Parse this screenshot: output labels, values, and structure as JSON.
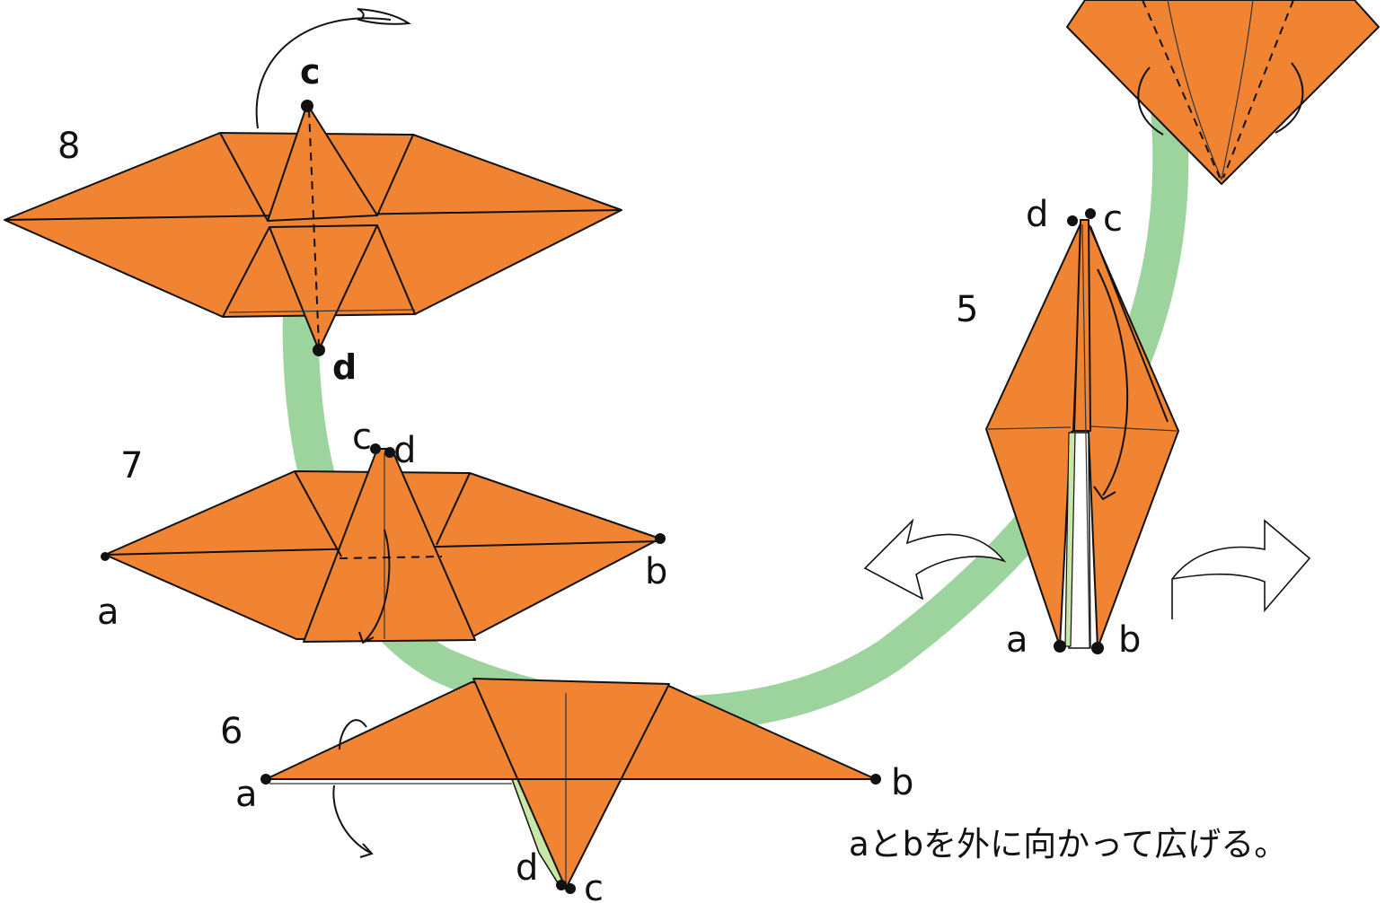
{
  "colors": {
    "paper": "#f08432",
    "paper_edge": "#111111",
    "path": "#9dd39c",
    "underside": "#c9e6a6"
  },
  "steps": [
    {
      "number": "5",
      "points": {
        "a": "a",
        "b": "b",
        "c": "c",
        "d": "d"
      }
    },
    {
      "number": "6",
      "points": {
        "a": "a",
        "b": "b",
        "c": "c",
        "d": "d"
      }
    },
    {
      "number": "7",
      "points": {
        "a": "a",
        "b": "b",
        "c": "c",
        "d": "d"
      }
    },
    {
      "number": "8",
      "points": {
        "c": "c",
        "d": "d"
      }
    }
  ],
  "instruction": "aとbを外に向かって広げる。",
  "icons": [
    "spread-left-arrow-icon",
    "spread-right-arrow-icon",
    "fold-arrow-icon",
    "turn-over-arrow-icon"
  ]
}
